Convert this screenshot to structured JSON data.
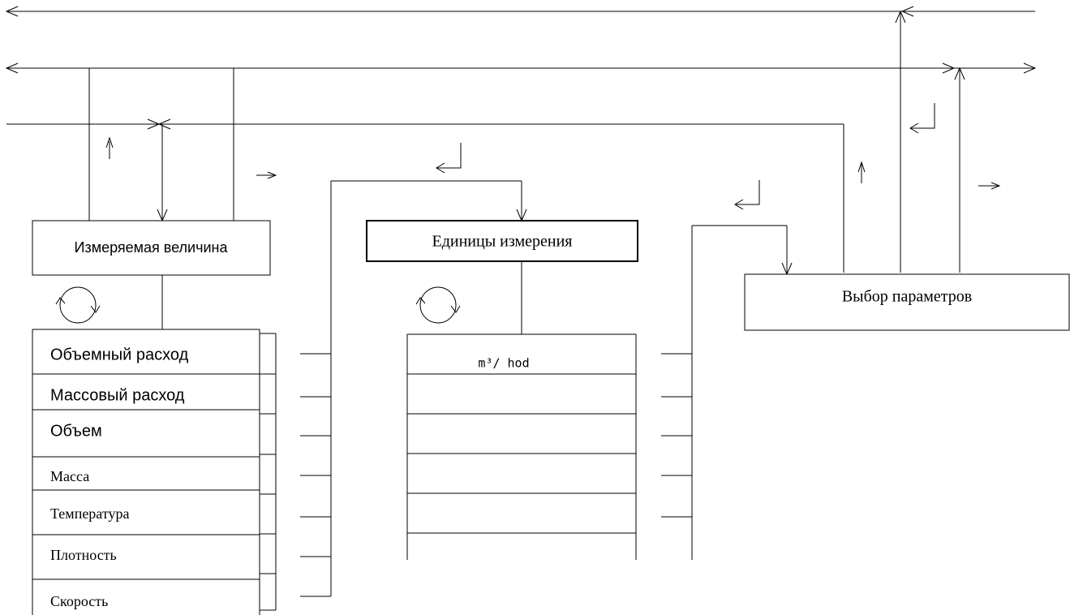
{
  "blocks": {
    "measured_quantity": "Измеряемая величина",
    "units": "Единицы измерения",
    "parameter_selection": "Выбор параметров"
  },
  "quantity_list": [
    "Объемный расход",
    "Массовый расход",
    "Объем",
    "Масса",
    "Температура",
    "Плотность",
    "Скорость"
  ],
  "unit_list": {
    "first_unit": "m³/ hod"
  }
}
